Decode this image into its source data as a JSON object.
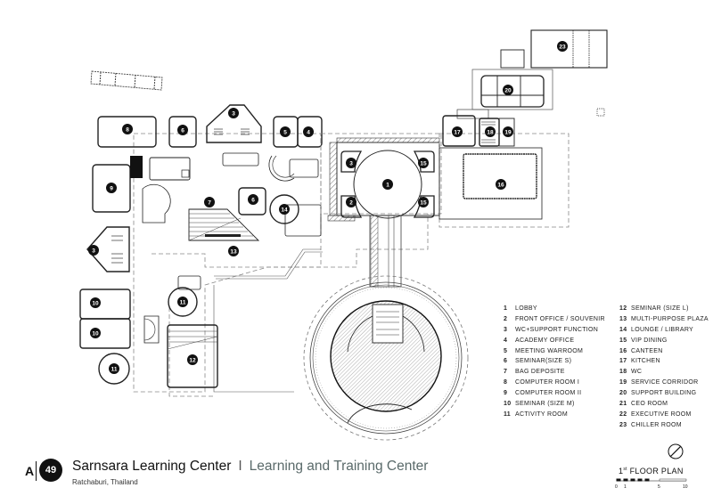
{
  "drawing": {
    "sheet_prefix": "A",
    "sheet_number": "49",
    "project_name": "Sarnsara Learning Center",
    "separator": "I",
    "project_subtitle": "Learning and Training Center",
    "location": "Ratchaburi, Thailand",
    "plan_title_sup": "st",
    "plan_title_num": "1",
    "plan_title": "FLOOR PLAN",
    "scale_labels": [
      "0",
      "1",
      "5",
      "10"
    ],
    "north_arrow": "north-arrow-icon"
  },
  "legend": {
    "col1": [
      {
        "num": "1",
        "name": "LOBBY"
      },
      {
        "num": "2",
        "name": "FRONT OFFICE / SOUVENIR"
      },
      {
        "num": "3",
        "name": "WC+SUPPORT FUNCTION"
      },
      {
        "num": "4",
        "name": "ACADEMY OFFICE"
      },
      {
        "num": "5",
        "name": "MEETING WARROOM"
      },
      {
        "num": "6",
        "name": "SEMINAR(SIZE S)"
      },
      {
        "num": "7",
        "name": "BAG DEPOSITE"
      },
      {
        "num": "8",
        "name": "COMPUTER ROOM I"
      },
      {
        "num": "9",
        "name": "COMPUTER ROOM II"
      },
      {
        "num": "10",
        "name": "SEMINAR (SIZE M)"
      },
      {
        "num": "11",
        "name": "ACTIVITY ROOM"
      }
    ],
    "col2": [
      {
        "num": "12",
        "name": "SEMINAR (SIZE L)"
      },
      {
        "num": "13",
        "name": "MULTI-PURPOSE PLAZA"
      },
      {
        "num": "14",
        "name": "LOUNGE / LIBRARY"
      },
      {
        "num": "15",
        "name": "VIP DINING"
      },
      {
        "num": "16",
        "name": "CANTEEN"
      },
      {
        "num": "17",
        "name": "KITCHEN"
      },
      {
        "num": "18",
        "name": "WC"
      },
      {
        "num": "19",
        "name": "SERVICE CORRIDOR"
      },
      {
        "num": "20",
        "name": "SUPPORT BUILDING"
      },
      {
        "num": "21",
        "name": "CEO ROOM"
      },
      {
        "num": "22",
        "name": "EXECUTIVE ROOM"
      },
      {
        "num": "23",
        "name": "CHILLER ROOM"
      }
    ]
  },
  "room_tags": [
    "1",
    "2",
    "3",
    "3",
    "4",
    "5",
    "6",
    "6",
    "7",
    "8",
    "9",
    "10",
    "10",
    "11",
    "11",
    "12",
    "13",
    "14",
    "15",
    "15",
    "16",
    "17",
    "18",
    "19",
    "20",
    "23"
  ]
}
